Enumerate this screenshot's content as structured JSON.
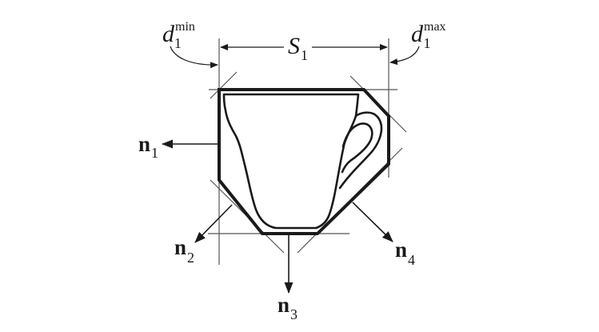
{
  "figure": {
    "description": "Cup cross-section enclosed by a convex hull with outward normals n1..n4 and width S1 between supporting lines d1min and d1max",
    "colors": {
      "stroke": "#1a1a1a",
      "guide": "#555555",
      "background": "#ffffff"
    }
  },
  "labels": {
    "d1min": {
      "base": "d",
      "sub": "1",
      "sup": "min"
    },
    "d1max": {
      "base": "d",
      "sub": "1",
      "sup": "max"
    },
    "s1": {
      "base": "S",
      "sub": "1"
    },
    "n1": {
      "base": "n",
      "sub": "1"
    },
    "n2": {
      "base": "n",
      "sub": "2"
    },
    "n3": {
      "base": "n",
      "sub": "3"
    },
    "n4": {
      "base": "n",
      "sub": "4"
    }
  }
}
